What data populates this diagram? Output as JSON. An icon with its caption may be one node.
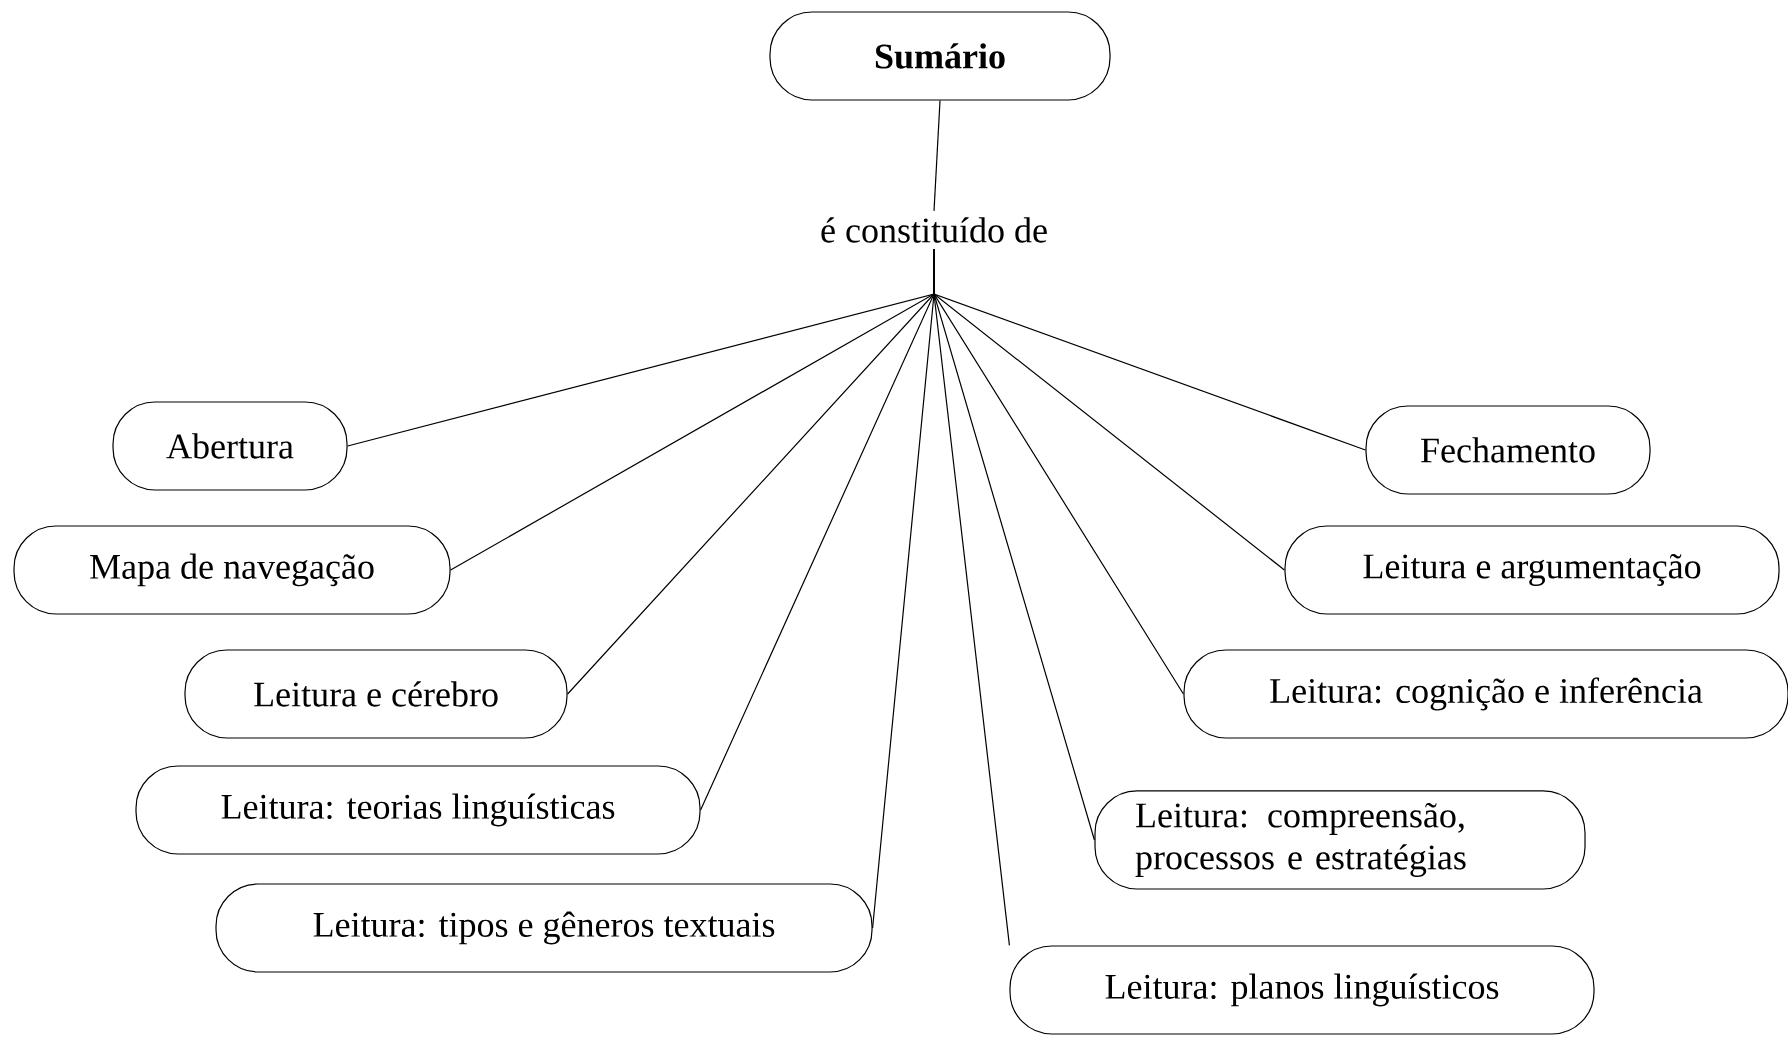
{
  "diagram": {
    "nodes": [
      {
        "text": [
          "Sumário"
        ]
      },
      {
        "text": [
          "é constituído de"
        ]
      },
      {
        "text": [
          "Abertura"
        ]
      },
      {
        "text": [
          "Mapa de navegação"
        ]
      },
      {
        "text": [
          "Leitura e cérebro"
        ]
      },
      {
        "text": [
          "Leitura: teorias linguísticas"
        ]
      },
      {
        "text": [
          "Leitura: tipos e gêneros textuais"
        ]
      },
      {
        "text": [
          "Fechamento"
        ]
      },
      {
        "text": [
          "Leitura e argumentação"
        ]
      },
      {
        "text": [
          "Leitura: cognição e inferência"
        ]
      },
      {
        "text": [
          "Leitura: compreensão, processos e estratégias"
        ]
      },
      {
        "text": [
          "Leitura: planos linguísticos"
        ]
      }
    ],
    "edges": [
      {
        "from": 0,
        "to": 1,
        "arrow": "none"
      },
      {
        "from": 1,
        "to": 2,
        "arrow": "none"
      },
      {
        "from": 1,
        "to": 3,
        "arrow": "none"
      },
      {
        "from": 1,
        "to": 4,
        "arrow": "none"
      },
      {
        "from": 1,
        "to": 5,
        "arrow": "none"
      },
      {
        "from": 1,
        "to": 6,
        "arrow": "none"
      },
      {
        "from": 1,
        "to": 7,
        "arrow": "none"
      },
      {
        "from": 1,
        "to": 8,
        "arrow": "none"
      },
      {
        "from": 1,
        "to": 9,
        "arrow": "none"
      },
      {
        "from": 1,
        "to": 10,
        "arrow": "none"
      },
      {
        "from": 1,
        "to": 11,
        "arrow": "none"
      }
    ]
  }
}
